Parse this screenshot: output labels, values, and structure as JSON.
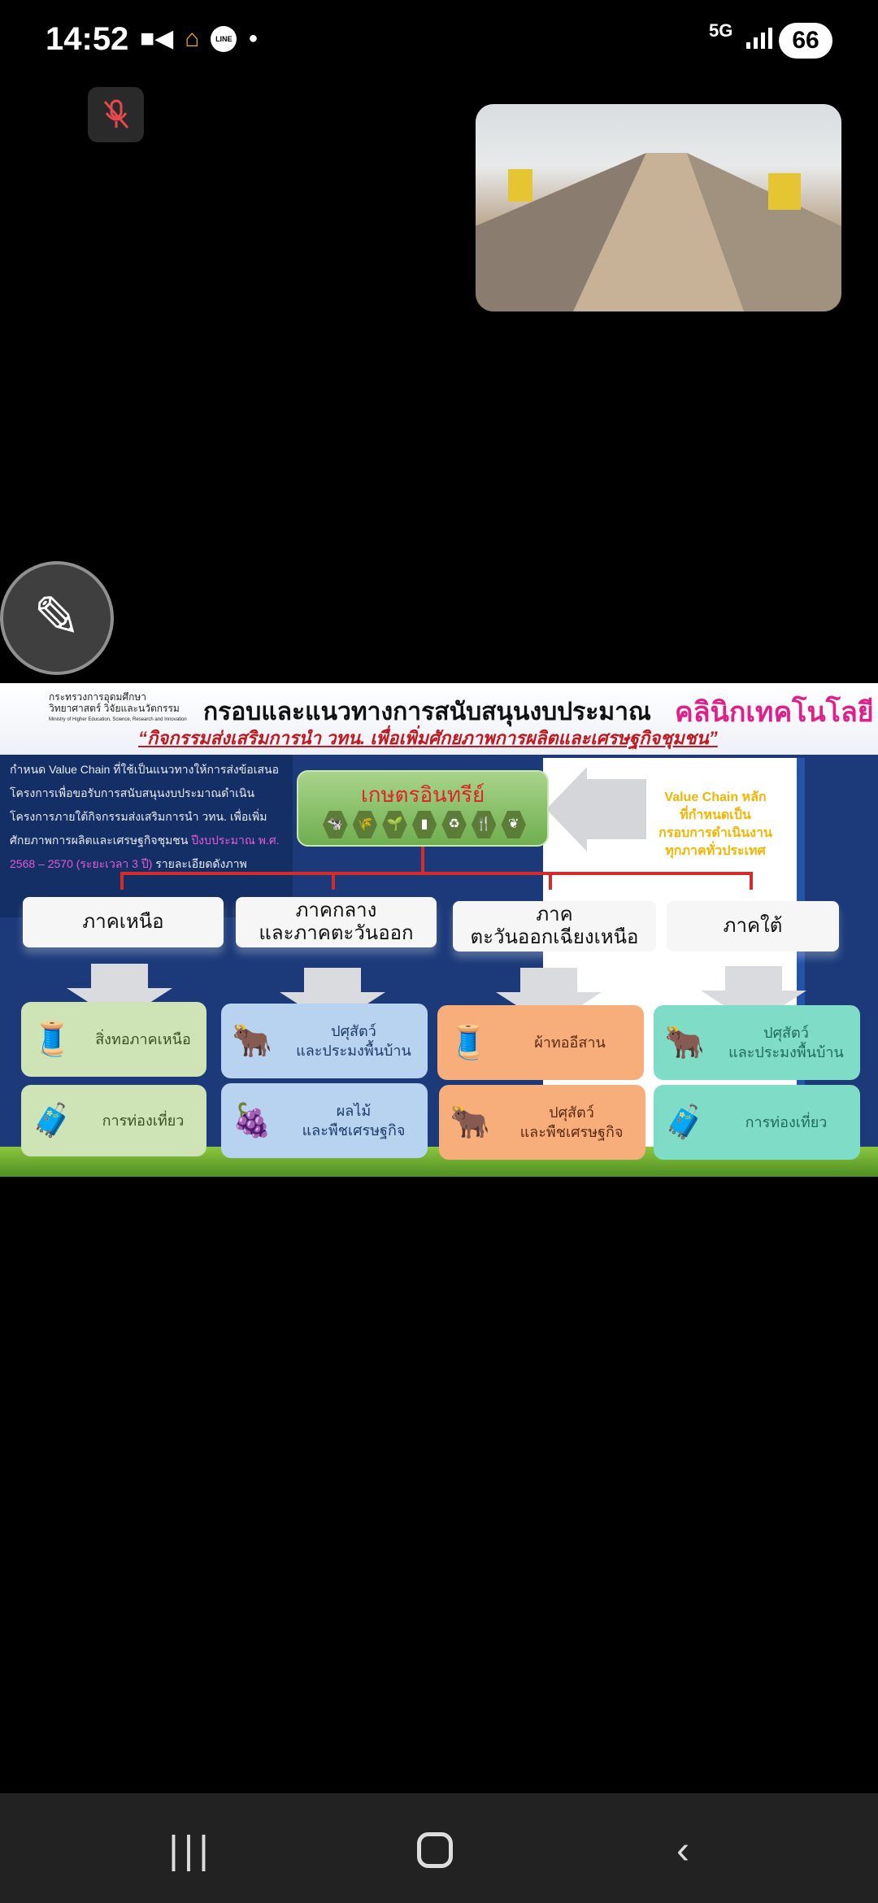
{
  "status_bar": {
    "time": "14:52",
    "network": "5G",
    "battery": "66",
    "icons": [
      "video-icon",
      "notification-bell-icon",
      "line-icon",
      "dot-icon"
    ],
    "line_label": "LINE"
  },
  "call": {
    "mic_state": "muted"
  },
  "slide": {
    "ministry": [
      "กระทรวงการอุดมศึกษา",
      "วิทยาศาสตร์ วิจัยและนวัตกรรม",
      "Ministry of Higher Education, Science, Research and Innovation"
    ],
    "title": "กรอบและแนวทางการสนับสนุนงบประมาณ",
    "subtitle": "“กิจกรรมส่งเสริมการนำ วทน. เพื่อเพิ่มศักยภาพการผลิตและเศรษฐกิจชุมชน”",
    "logo": "คลินิกเทคโนโลยี",
    "intro_text": "กำหนด Value Chain ที่ใช้เป็นแนวทางให้การส่งข้อเสนอโครงการเพื่อขอรับการสนับสนุนงบประมาณดำเนินโครงการภายใต้กิจกรรมส่งเสริมการนำ วทน. เพื่อเพิ่มศักยภาพการผลิตและเศรษฐกิจชุมชน ",
    "intro_highlight": "ปีงบประมาณ พ.ศ. 2568 – 2570 (ระยะเวลา 3 ปี)",
    "intro_tail": " รายละเอียดดังภาพ",
    "main_value_chain": "เกษตรอินทรีย์",
    "right_note": [
      "Value Chain หลัก",
      "ที่กำหนดเป็น",
      "กรอบการดำเนินงาน",
      "ทุกภาคทั่วประเทศ"
    ],
    "regions": [
      {
        "name": "ภาคเหนือ",
        "items": [
          {
            "icon": "textile-icon",
            "label": "สิ่งทอภาคเหนือ"
          },
          {
            "icon": "travel-icon",
            "label": "การท่องเที่ยว"
          }
        ]
      },
      {
        "name": "ภาคกลางและภาคตะวันออก",
        "name_lines": [
          "ภาคกลาง",
          "และภาคตะวันออก"
        ],
        "items": [
          {
            "icon": "cattle-icon",
            "label": "ปศุสัตว์",
            "label2": "และประมงพื้นบ้าน"
          },
          {
            "icon": "fruit-icon",
            "label": "ผลไม้",
            "label2": "และพืชเศรษฐกิจ"
          }
        ]
      },
      {
        "name": "ภาคตะวันออกเฉียงเหนือ",
        "name_lines": [
          "ภาค",
          "ตะวันออกเฉียงเหนือ"
        ],
        "items": [
          {
            "icon": "textile-icon",
            "label": "ผ้าทออีสาน"
          },
          {
            "icon": "cattle-icon",
            "label": "ปศุสัตว์",
            "label2": "และพืชเศรษฐกิจ"
          }
        ]
      },
      {
        "name": "ภาคใต้",
        "items": [
          {
            "icon": "cattle-icon",
            "label": "ปศุสัตว์",
            "label2": "และประมงพื้นบ้าน"
          },
          {
            "icon": "travel-icon",
            "label": "การท่องเที่ยว"
          }
        ]
      }
    ]
  }
}
